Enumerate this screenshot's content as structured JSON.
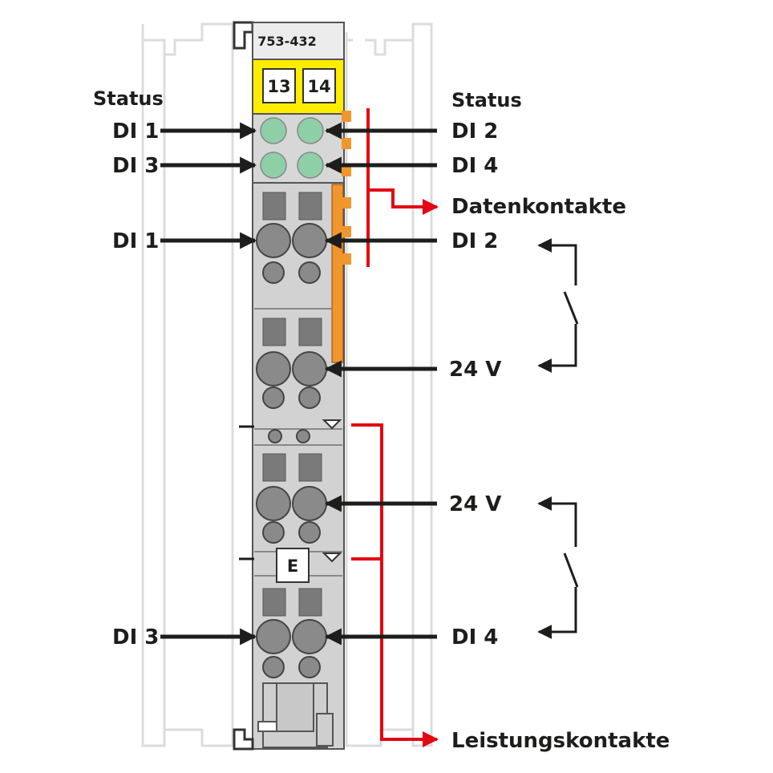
{
  "module": {
    "model": "753-432",
    "marker_left": "13",
    "marker_right": "14",
    "e_label": "E"
  },
  "labels": {
    "status_left": "Status",
    "status_right": "Status",
    "di1_status": "DI 1",
    "di3_status": "DI 3",
    "di2_status": "DI 2",
    "di4_status": "DI 4",
    "datenkontakte": "Datenkontakte",
    "di1_conn": "DI 1",
    "di2_conn": "DI 2",
    "v24_top": "24 V",
    "v24_bottom": "24 V",
    "di3_conn": "DI 3",
    "di4_conn": "DI 4",
    "leistungskontakte": "Leistungskontakte"
  },
  "colors": {
    "housing": "#d2d2d2",
    "housing_dark": "#9b9b9b",
    "yellow_marker": "#ffed00",
    "led_green": "#8fcfa8",
    "orange_contact": "#f0962d",
    "red_line": "#e30613",
    "arrow": "#1d1d1b",
    "outline_light": "#dcdcdc"
  }
}
